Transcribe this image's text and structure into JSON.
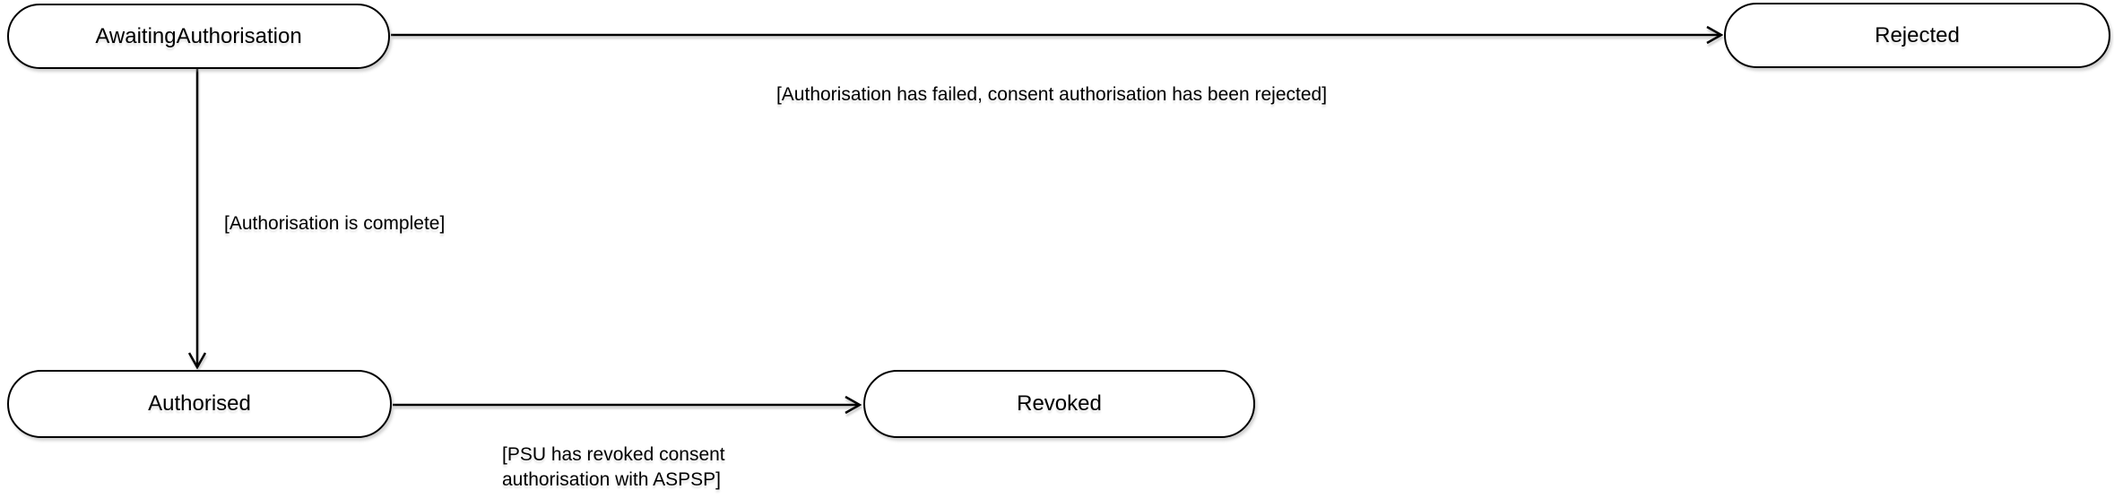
{
  "diagram": {
    "type": "state-diagram",
    "colors": {
      "background": "#ffffff",
      "node_fill": "#ffffff",
      "node_border": "#000000",
      "edge": "#000000",
      "text": "#000000"
    },
    "nodes": [
      {
        "id": "AwaitingAuthorisation",
        "label": "AwaitingAuthorisation"
      },
      {
        "id": "Rejected",
        "label": "Rejected"
      },
      {
        "id": "Authorised",
        "label": "Authorised"
      },
      {
        "id": "Revoked",
        "label": "Revoked"
      }
    ],
    "edges": [
      {
        "from": "AwaitingAuthorisation",
        "to": "Rejected",
        "label": "[Authorisation has failed, consent authorisation has been rejected]"
      },
      {
        "from": "AwaitingAuthorisation",
        "to": "Authorised",
        "label": "[Authorisation is complete]"
      },
      {
        "from": "Authorised",
        "to": "Revoked",
        "label": "[PSU has revoked consent\nauthorisation with ASPSP]"
      }
    ]
  }
}
